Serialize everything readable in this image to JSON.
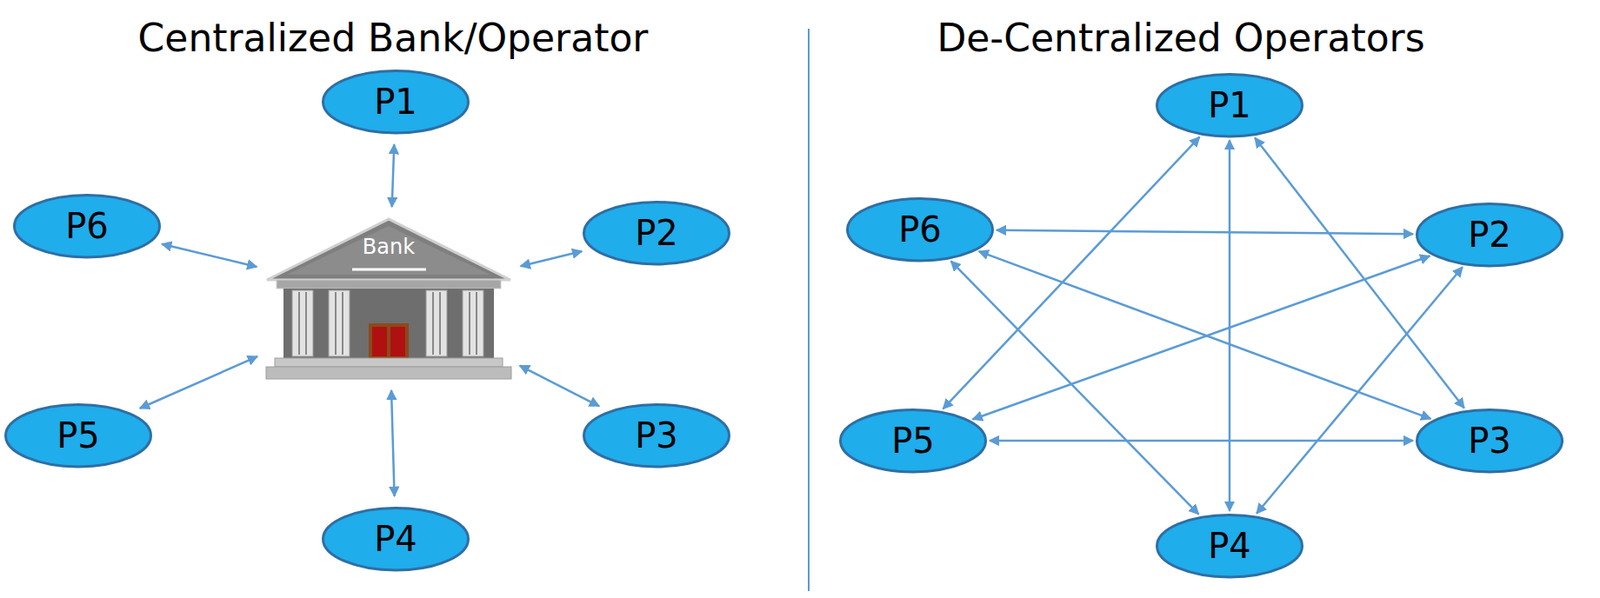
{
  "diagram": {
    "nodes": [
      {
        "text": [
          "P1"
        ]
      },
      {
        "text": [
          "P2"
        ]
      },
      {
        "text": [
          "P3"
        ]
      },
      {
        "text": [
          "P4"
        ]
      },
      {
        "text": [
          "P5"
        ]
      },
      {
        "text": [
          "P6"
        ]
      },
      {
        "text": [
          "Bank"
        ]
      },
      {
        "text": [
          "P1"
        ]
      },
      {
        "text": [
          "P2"
        ]
      },
      {
        "text": [
          "P3"
        ]
      },
      {
        "text": [
          "P4"
        ]
      },
      {
        "text": [
          "P5"
        ]
      },
      {
        "text": [
          "P6"
        ]
      }
    ],
    "edges": [
      {
        "from": 0,
        "to": 6,
        "arrow": "both"
      },
      {
        "from": 1,
        "to": 6,
        "arrow": "both"
      },
      {
        "from": 2,
        "to": 6,
        "arrow": "both"
      },
      {
        "from": 3,
        "to": 6,
        "arrow": "both"
      },
      {
        "from": 4,
        "to": 6,
        "arrow": "both"
      },
      {
        "from": 5,
        "to": 6,
        "arrow": "both"
      },
      {
        "from": 7,
        "to": 11,
        "arrow": "both"
      },
      {
        "from": 7,
        "to": 10,
        "arrow": "both"
      },
      {
        "from": 7,
        "to": 9,
        "arrow": "both"
      },
      {
        "from": 12,
        "to": 8,
        "arrow": "both"
      },
      {
        "from": 12,
        "to": 9,
        "arrow": "both"
      },
      {
        "from": 12,
        "to": 10,
        "arrow": "both"
      },
      {
        "from": 8,
        "to": 11,
        "arrow": "both"
      },
      {
        "from": 8,
        "to": 10,
        "arrow": "both"
      },
      {
        "from": 11,
        "to": 9,
        "arrow": "both"
      }
    ],
    "labels": [
      "Centralized Bank/Operator",
      "De-Centralized Operators"
    ]
  }
}
